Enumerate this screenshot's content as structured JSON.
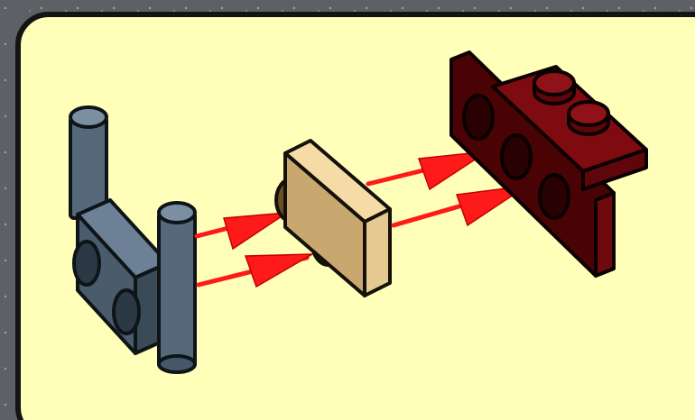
{
  "colors": {
    "background": "#5d6166",
    "panel_fill": "#ffffb9",
    "panel_border": "#141414",
    "arrow": "#ff1a1a",
    "blue_grey_part": "#56697a",
    "tan_plate": "#dcbf86",
    "dark_red_bracket": "#5a0608"
  },
  "icons": {
    "part_1": "blue-grey-bar-with-clips",
    "part_2": "tan-plate-1x2",
    "part_3": "dark-red-bracket-plate",
    "arrows": "red-assembly-arrows"
  }
}
